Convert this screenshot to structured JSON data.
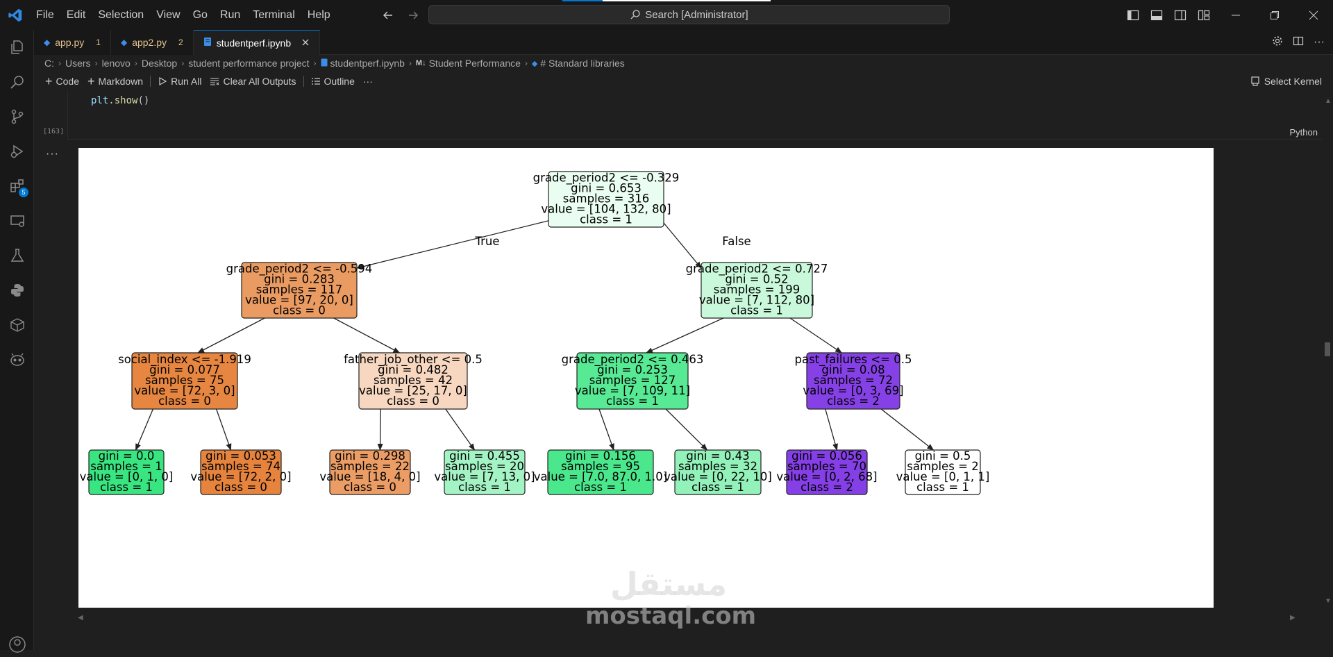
{
  "menu": [
    "File",
    "Edit",
    "Selection",
    "View",
    "Go",
    "Run",
    "Terminal",
    "Help"
  ],
  "search": {
    "label": "Search [Administrator]"
  },
  "activity_bar": {
    "extensions_badge": "5"
  },
  "tabs": [
    {
      "label": "app.py",
      "count": "1",
      "active": false
    },
    {
      "label": "app2.py",
      "count": "2",
      "active": false
    },
    {
      "label": "studentperf.ipynb",
      "count": "",
      "active": true
    }
  ],
  "breadcrumb": [
    "C:",
    "Users",
    "lenovo",
    "Desktop",
    "student performance project",
    "studentperf.ipynb",
    "Student Performance",
    "# Standard libraries"
  ],
  "breadcrumb_md_prefix": "M↓",
  "toolbar": {
    "code": "Code",
    "markdown": "Markdown",
    "run_all": "Run All",
    "clear_outputs": "Clear All Outputs",
    "outline": "Outline",
    "more": "···",
    "select_kernel": "Select Kernel"
  },
  "cell": {
    "code_obj": "plt",
    "code_fn": "show",
    "code_rest": "()",
    "exec_count": "[163]",
    "language": "Python",
    "output_more": "···"
  },
  "chart_data": {
    "type": "decision-tree",
    "edge_labels": {
      "true": "True",
      "false": "False"
    },
    "nodes": [
      {
        "id": 0,
        "lines": [
          "grade_period2 <= -0.329",
          "gini = 0.653",
          "samples = 316",
          "value = [104, 132, 80]",
          "class = 1"
        ],
        "fill": "#eafdf1"
      },
      {
        "id": 1,
        "lines": [
          "grade_period2 <= -0.594",
          "gini = 0.283",
          "samples = 117",
          "value = [97, 20, 0]",
          "class = 0"
        ],
        "fill": "#ea9b62"
      },
      {
        "id": 2,
        "lines": [
          "grade_period2 <= 0.727",
          "gini = 0.52",
          "samples = 199",
          "value = [7, 112, 80]",
          "class = 1"
        ],
        "fill": "#c9f8db"
      },
      {
        "id": 3,
        "lines": [
          "social_index <= -1.919",
          "gini = 0.077",
          "samples = 75",
          "value = [72, 3, 0]",
          "class = 0"
        ],
        "fill": "#e68641"
      },
      {
        "id": 4,
        "lines": [
          "father_job_other <= 0.5",
          "gini = 0.482",
          "samples = 42",
          "value = [25, 17, 0]",
          "class = 0"
        ],
        "fill": "#f7d7c0"
      },
      {
        "id": 5,
        "lines": [
          "grade_period2 <= 0.463",
          "gini = 0.253",
          "samples = 127",
          "value = [7, 109, 11]",
          "class = 1"
        ],
        "fill": "#57e993"
      },
      {
        "id": 6,
        "lines": [
          "past_failures <= 0.5",
          "gini = 0.08",
          "samples = 72",
          "value = [0, 3, 69]",
          "class = 2"
        ],
        "fill": "#8641e6"
      },
      {
        "id": 7,
        "lines": [
          "gini = 0.0",
          "samples = 1",
          "value = [0, 1, 0]",
          "class = 1"
        ],
        "fill": "#39e581"
      },
      {
        "id": 8,
        "lines": [
          "gini = 0.053",
          "samples = 74",
          "value = [72, 2, 0]",
          "class = 0"
        ],
        "fill": "#e6843e"
      },
      {
        "id": 9,
        "lines": [
          "gini = 0.298",
          "samples = 22",
          "value = [18, 4, 0]",
          "class = 0"
        ],
        "fill": "#eb9d65"
      },
      {
        "id": 10,
        "lines": [
          "gini = 0.455",
          "samples = 20",
          "value = [7, 13, 0]",
          "class = 1"
        ],
        "fill": "#a4f3c5"
      },
      {
        "id": 11,
        "lines": [
          "gini = 0.156",
          "samples = 95",
          "value = [7.0, 87.0, 1.0]",
          "class = 1"
        ],
        "fill": "#4be78c"
      },
      {
        "id": 12,
        "lines": [
          "gini = 0.43",
          "samples = 32",
          "value = [0, 22, 10]",
          "class = 1"
        ],
        "fill": "#93f1ba"
      },
      {
        "id": 13,
        "lines": [
          "gini = 0.056",
          "samples = 70",
          "value = [0, 2, 68]",
          "class = 2"
        ],
        "fill": "#853fe6"
      },
      {
        "id": 14,
        "lines": [
          "gini = 0.5",
          "samples = 2",
          "value = [0, 1, 1]",
          "class = 1"
        ],
        "fill": "#ffffff"
      }
    ],
    "edges": [
      [
        0,
        1
      ],
      [
        0,
        2
      ],
      [
        1,
        3
      ],
      [
        1,
        4
      ],
      [
        2,
        5
      ],
      [
        2,
        6
      ],
      [
        3,
        7
      ],
      [
        3,
        8
      ],
      [
        4,
        9
      ],
      [
        4,
        10
      ],
      [
        5,
        11
      ],
      [
        5,
        12
      ],
      [
        6,
        13
      ],
      [
        6,
        14
      ]
    ]
  },
  "watermark": {
    "arabic": "مستقل",
    "latin": "mostaql.com"
  }
}
